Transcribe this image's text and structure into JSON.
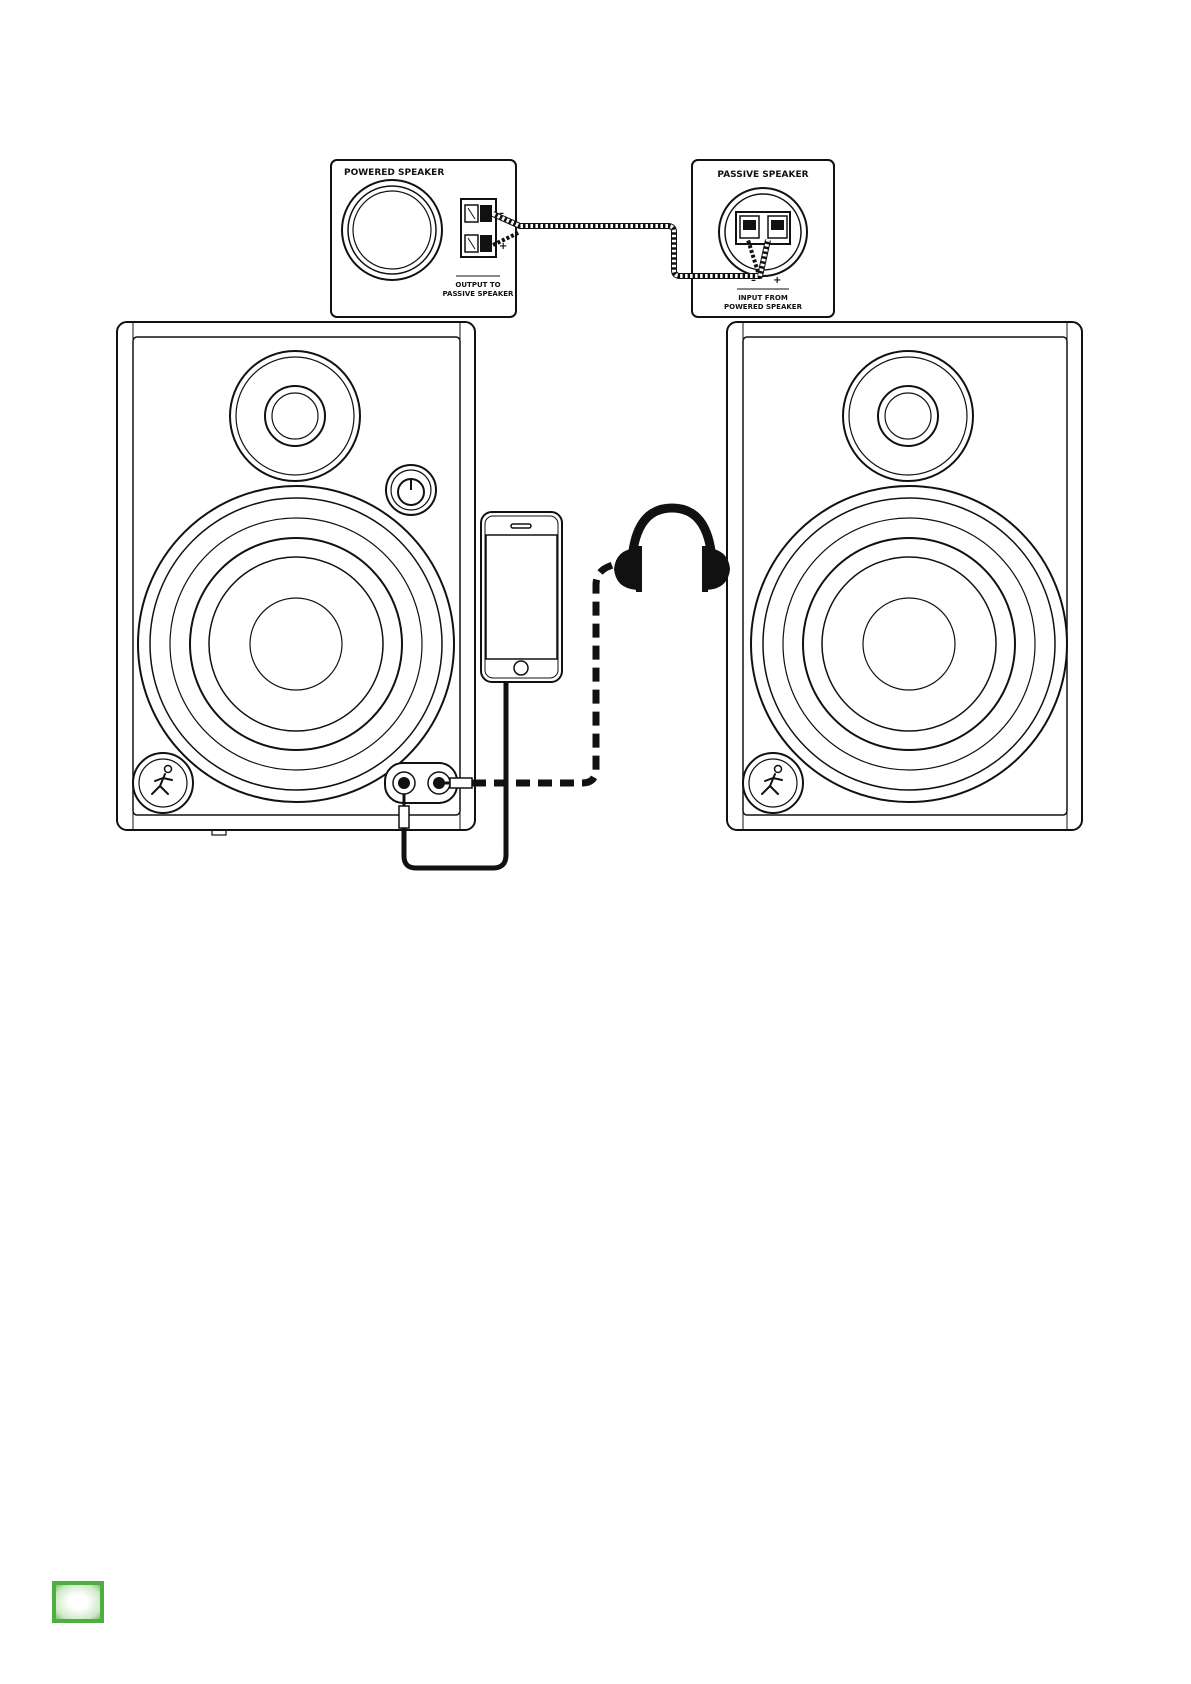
{
  "inset_powered": {
    "title": "POWERED SPEAKER",
    "caption_line1": "OUTPUT TO",
    "caption_line2": "PASSIVE SPEAKER",
    "minus_sign": "–",
    "plus_sign": "+"
  },
  "inset_passive": {
    "title": "PASSIVE SPEAKER",
    "caption_line1": "INPUT FROM",
    "caption_line2": "POWERED SPEAKER",
    "minus_sign": "–",
    "plus_sign": "+"
  },
  "colors": {
    "line": "#111111",
    "page_marker_border": "#4fae3f",
    "page_marker_fill": "#cfe9c6"
  }
}
